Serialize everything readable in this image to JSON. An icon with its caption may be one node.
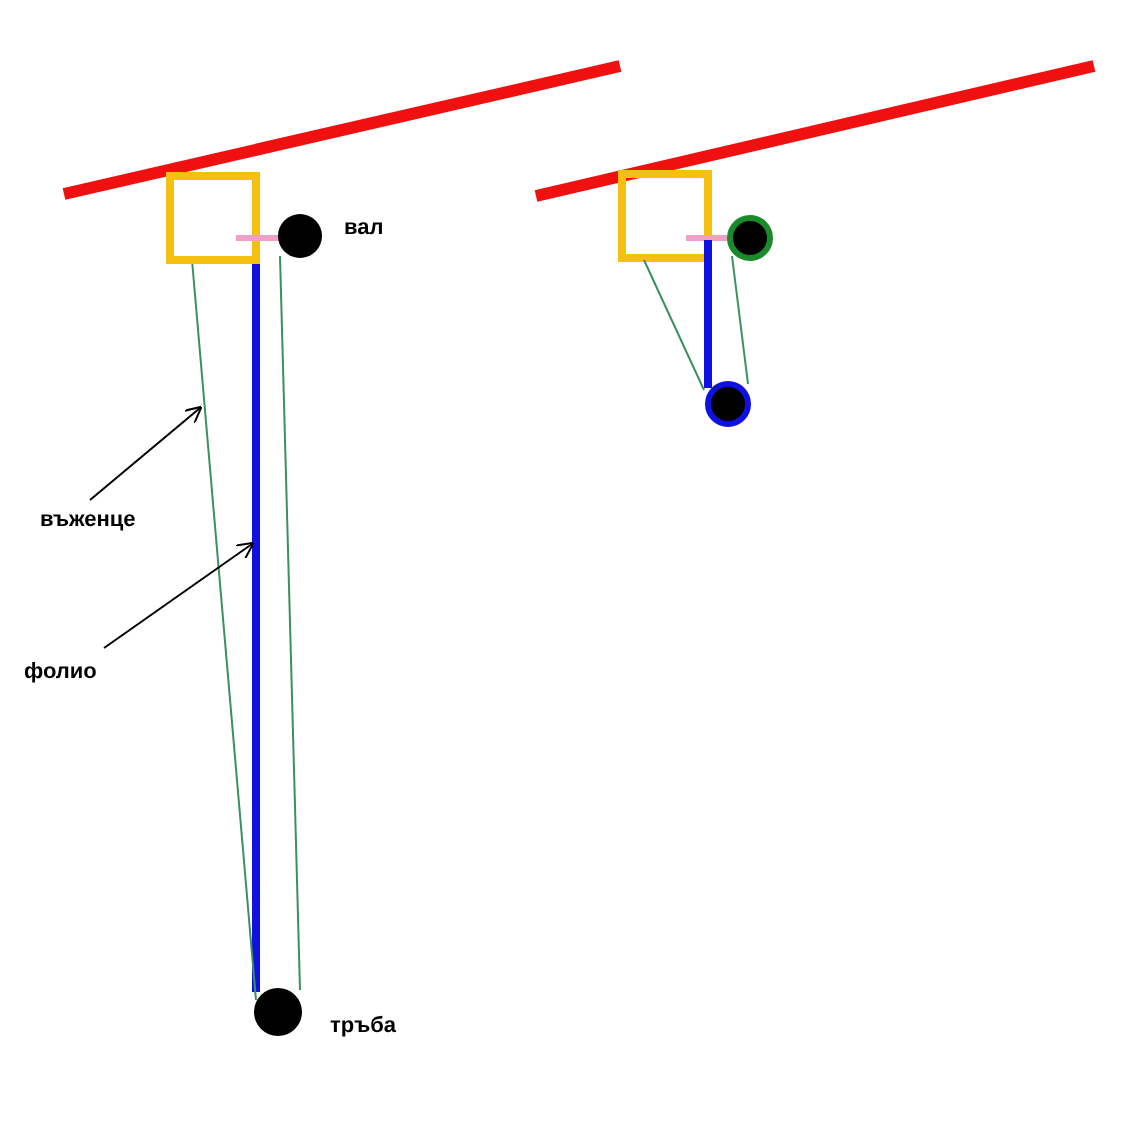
{
  "diagram": {
    "nodes": [
      {
        "text": [
          "въженце"
        ]
      },
      {
        "text": [],
        "shape": "line"
      },
      {
        "text": [
          "фолио"
        ]
      },
      {
        "text": [],
        "shape": "line"
      }
    ],
    "edges": [
      {
        "from": 0,
        "to": 1,
        "arrow": "to"
      },
      {
        "from": 2,
        "to": 3,
        "arrow": "to"
      }
    ],
    "labels": [
      "вал",
      "тръба"
    ]
  }
}
